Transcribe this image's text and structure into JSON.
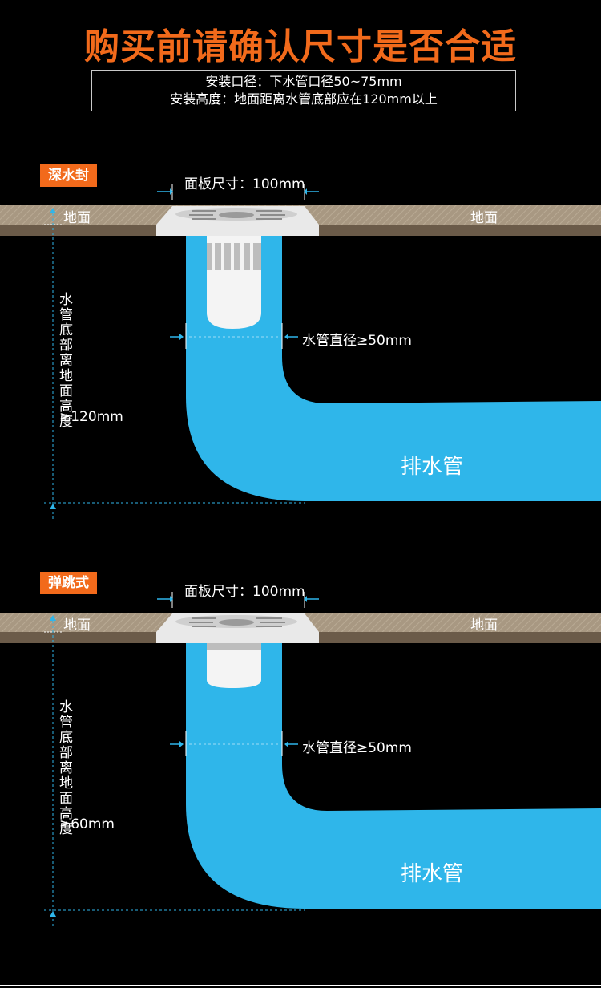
{
  "title": "购买前请确认尺寸是否合适",
  "info": {
    "line1": "安装口径：下水管口径50~75mm",
    "line2": "安装高度：地面距离水管底部应在120mm以上"
  },
  "sections": [
    {
      "tag": "深水封",
      "panel_label": "面板尺寸：100mm",
      "ground_left": "地面",
      "ground_right": "地面",
      "vertical_label": "水管底部离地面高度",
      "vertical_value": "≥120mm",
      "pipe_diameter": "水管直径≥50mm",
      "pipe_name": "排水管"
    },
    {
      "tag": "弹跳式",
      "panel_label": "面板尺寸：100mm",
      "ground_left": "地面",
      "ground_right": "地面",
      "vertical_label": "水管底部离地面高度",
      "vertical_value": "≥60mm",
      "pipe_diameter": "水管直径≥50mm",
      "pipe_name": "排水管"
    }
  ],
  "colors": {
    "accent": "#f26a1b",
    "pipe": "#2fb6ea",
    "ground": "#a89882",
    "ground_dark": "#6b5b49"
  }
}
